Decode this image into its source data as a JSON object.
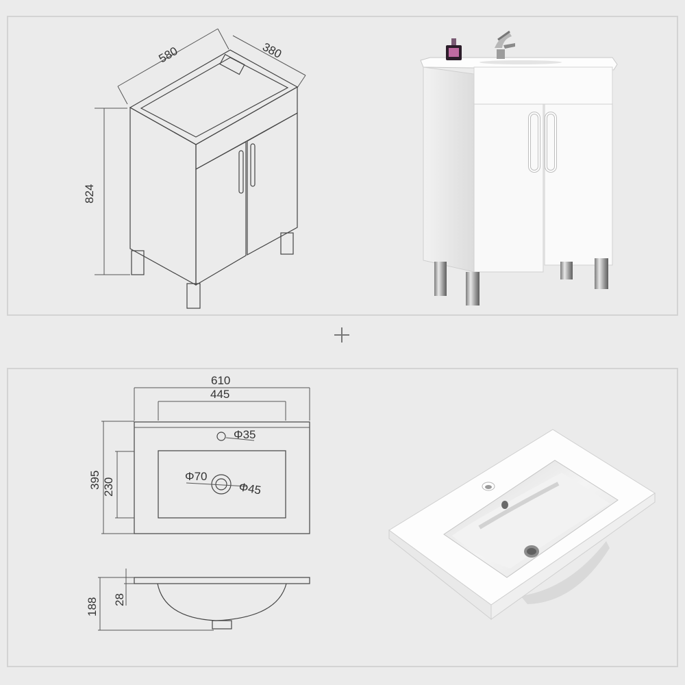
{
  "cabinet_drawing": {
    "width_label": "580",
    "depth_label": "380",
    "height_label": "824"
  },
  "basin_drawing": {
    "overall_width_label": "610",
    "bowl_width_label": "445",
    "depth_label": "395",
    "bowl_depth_label": "230",
    "tap_hole_label": "Φ35",
    "drain_outer_label": "Φ70",
    "drain_inner_label": "Φ45",
    "height_label": "188",
    "rim_label": "28"
  },
  "colors": {
    "background": "#ebebeb",
    "panel_border": "#d3d3d3",
    "line": "#444444",
    "cabinet_white": "#fafafa",
    "leg_chrome": "#c8c8c8"
  }
}
